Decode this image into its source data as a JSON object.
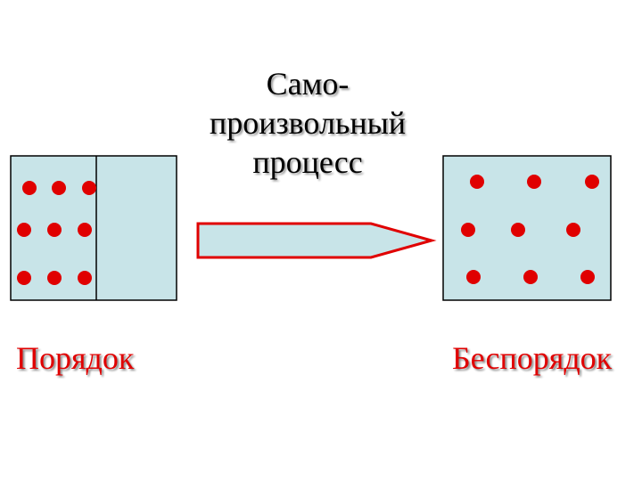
{
  "title": {
    "line1": "Само-",
    "line2": "произвольный",
    "line3": "процесс"
  },
  "labels": {
    "ordered": "Порядок",
    "disordered": "Беспорядок"
  },
  "colors": {
    "box_fill": "#c8e4e8",
    "box_stroke": "#000000",
    "dot": "#e00000",
    "arrow_stroke": "#e00000",
    "label_text": "#e00000",
    "title_text": "#000000"
  }
}
